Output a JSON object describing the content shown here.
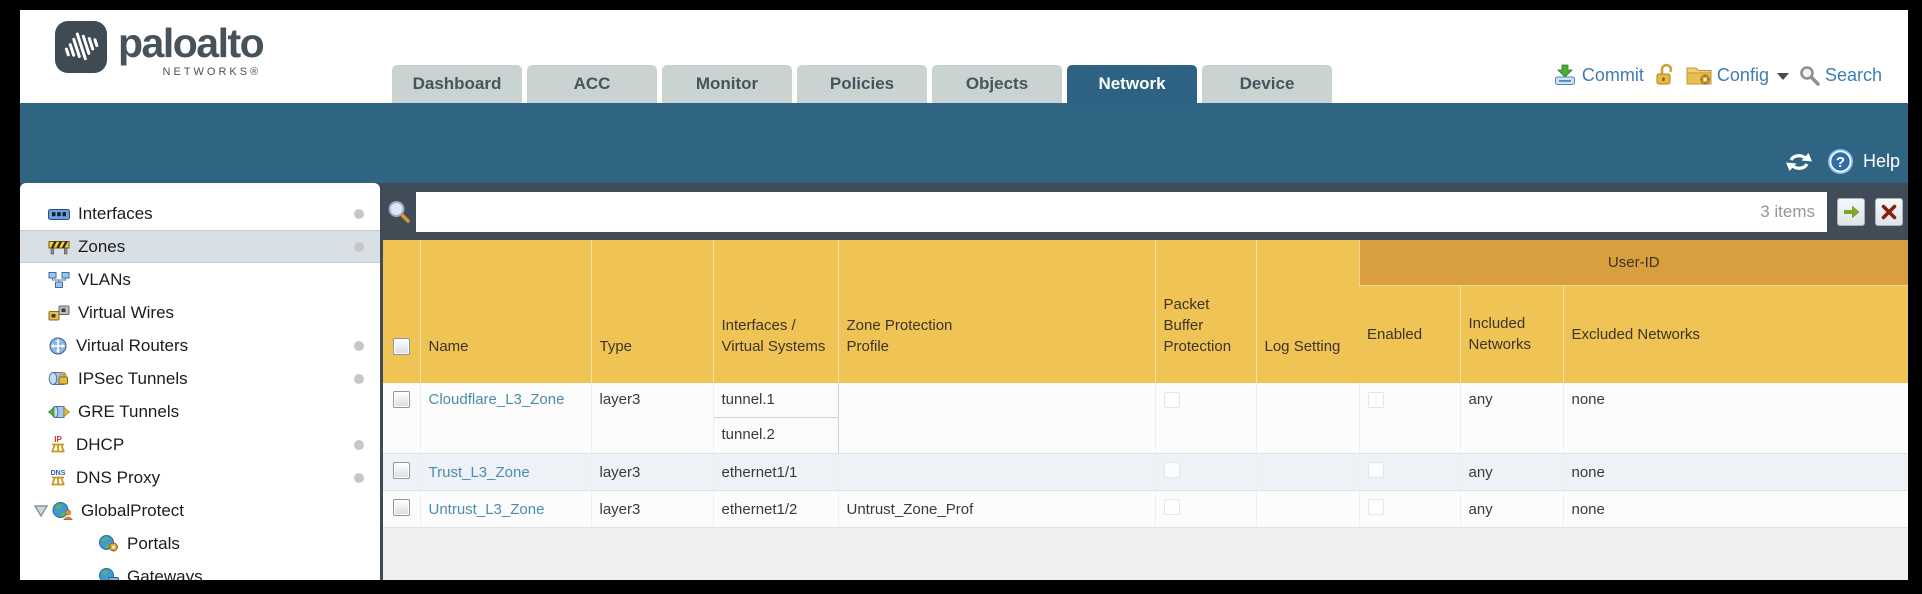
{
  "brand": {
    "name": "paloalto",
    "sub": "NETWORKS®"
  },
  "nav": {
    "tabs": [
      {
        "label": "Dashboard",
        "active": false
      },
      {
        "label": "ACC",
        "active": false
      },
      {
        "label": "Monitor",
        "active": false
      },
      {
        "label": "Policies",
        "active": false
      },
      {
        "label": "Objects",
        "active": false
      },
      {
        "label": "Network",
        "active": true
      },
      {
        "label": "Device",
        "active": false
      }
    ],
    "commit_label": "Commit",
    "config_label": "Config",
    "search_label": "Search",
    "help_label": "Help"
  },
  "sidebar": {
    "items": [
      {
        "label": "Interfaces"
      },
      {
        "label": "Zones"
      },
      {
        "label": "VLANs"
      },
      {
        "label": "Virtual Wires"
      },
      {
        "label": "Virtual Routers"
      },
      {
        "label": "IPSec Tunnels"
      },
      {
        "label": "GRE Tunnels"
      },
      {
        "label": "DHCP"
      },
      {
        "label": "DNS Proxy"
      },
      {
        "label": "GlobalProtect"
      },
      {
        "label": "Portals"
      },
      {
        "label": "Gateways"
      }
    ]
  },
  "toolbar": {
    "count": "3 items"
  },
  "table": {
    "group": "User-ID",
    "columns": {
      "name": "Name",
      "type": "Type",
      "interfaces": "Interfaces / Virtual Systems",
      "zpp": "Zone Protection Profile",
      "pbp": "Packet Buffer Protection",
      "log": "Log Setting",
      "enabled": "Enabled",
      "included": "Included Networks",
      "excluded": "Excluded Networks"
    },
    "rows": [
      {
        "name": "Cloudflare_L3_Zone",
        "type": "layer3",
        "if1": "tunnel.1",
        "if2": "tunnel.2",
        "zpp": "",
        "log": "",
        "included": "any",
        "excluded": "none"
      },
      {
        "name": "Trust_L3_Zone",
        "type": "layer3",
        "if1": "ethernet1/1",
        "zpp": "",
        "log": "",
        "included": "any",
        "excluded": "none"
      },
      {
        "name": "Untrust_L3_Zone",
        "type": "layer3",
        "if1": "ethernet1/2",
        "zpp": "Untrust_Zone_Prof",
        "log": "",
        "included": "any",
        "excluded": "none"
      }
    ]
  },
  "colors": {
    "teal_bar": "#2f6483",
    "active_tab": "#2d6283",
    "toolbar_slate": "#414c56",
    "header_orange": "#f0c355",
    "group_band_orange": "#d99f3e",
    "link_blue": "#4a8cad",
    "utility_blue": "#3e7cb1",
    "inactive_tab": "#c9d3d1",
    "alt_row": "#eef2f6"
  }
}
